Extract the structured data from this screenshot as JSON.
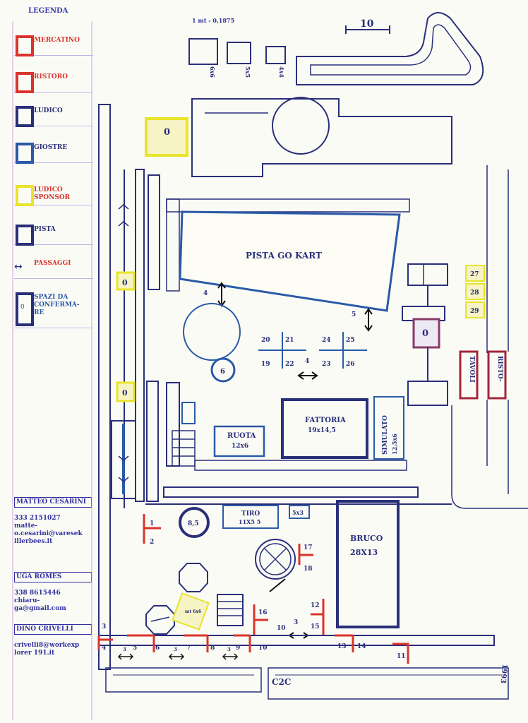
{
  "legend": {
    "title": "LEGENDA",
    "items": [
      {
        "label": "MERCATINO",
        "color": "#d9342b",
        "text_color": "#d9342b"
      },
      {
        "label": "RISTORO",
        "color": "#d9342b",
        "text_color": "#d9342b"
      },
      {
        "label": "LUDICO",
        "color": "#2a2f7a",
        "text_color": "#2a2f7a"
      },
      {
        "label": "GIOSTRE",
        "color": "#2a5aa8",
        "text_color": "#2a2f7a"
      },
      {
        "label": "LUDICO SPONSOR",
        "color": "#e8e42a",
        "text_color": "#d9342b"
      },
      {
        "label": "PISTA",
        "color": "#2a2f7a",
        "text_color": "#2a2f7a"
      },
      {
        "label": "PASSAGGI",
        "color": "#2a2f7a",
        "text_color": "#d9342b"
      },
      {
        "label": "SPAZI DA CONFERMA-RE",
        "color": "#2a2f7a",
        "text_color": "#2a5aa8"
      }
    ],
    "spazi_marker": "0"
  },
  "contacts": [
    {
      "name": "MATTEO CESARINI",
      "phone": "333 2151027",
      "email": "matte-o.cesarini@varesek illerbees.it"
    },
    {
      "name": "UGA ROMES",
      "phone": "338 8615446",
      "email": "chiaru-ga@gmail.com"
    },
    {
      "name": "DINO CRIVELLI",
      "phone": "",
      "email": "crivelli8@workexp lorer 191.it"
    }
  ],
  "scale": {
    "text": "1 mt - 0,1875",
    "bar_label": "10"
  },
  "top_boxes": [
    "6x6",
    "5x5",
    "4x4"
  ],
  "areas": {
    "go_kart": "PISTA GO KART",
    "fattoria": "FATTORIA",
    "fattoria_size": "19x14,5",
    "ruota": "RUOTA",
    "ruota_size": "12x6",
    "simulato": "SIMULATO",
    "simulato_size": "12,5x6",
    "tiro": "TIRO",
    "tiro_size": "11X5 5",
    "small_box": "5x3",
    "bruco": "BRUCO",
    "bruco_size": "28X13",
    "tavoli": "TAVOLI",
    "ristoro": "RISTO-",
    "circle_6": "6",
    "circle_8_5": "8,5",
    "sponsor_inner": "mt 6x6"
  },
  "zero_markers": [
    "0",
    "0",
    "0",
    "0"
  ],
  "grid_numbers": [
    "20",
    "21",
    "19",
    "22",
    "24",
    "25",
    "23",
    "26",
    "4"
  ],
  "stall_numbers": [
    "1",
    "2",
    "3",
    "4",
    "5",
    "6",
    "7",
    "8",
    "9",
    "10",
    "10",
    "11",
    "12",
    "13",
    "14",
    "15",
    "16",
    "17",
    "18",
    "3",
    "3",
    "3",
    "3",
    "4",
    "5"
  ],
  "side_numbers": [
    "27",
    "28",
    "29"
  ],
  "corner_text": "1993",
  "road_text": "C2C"
}
